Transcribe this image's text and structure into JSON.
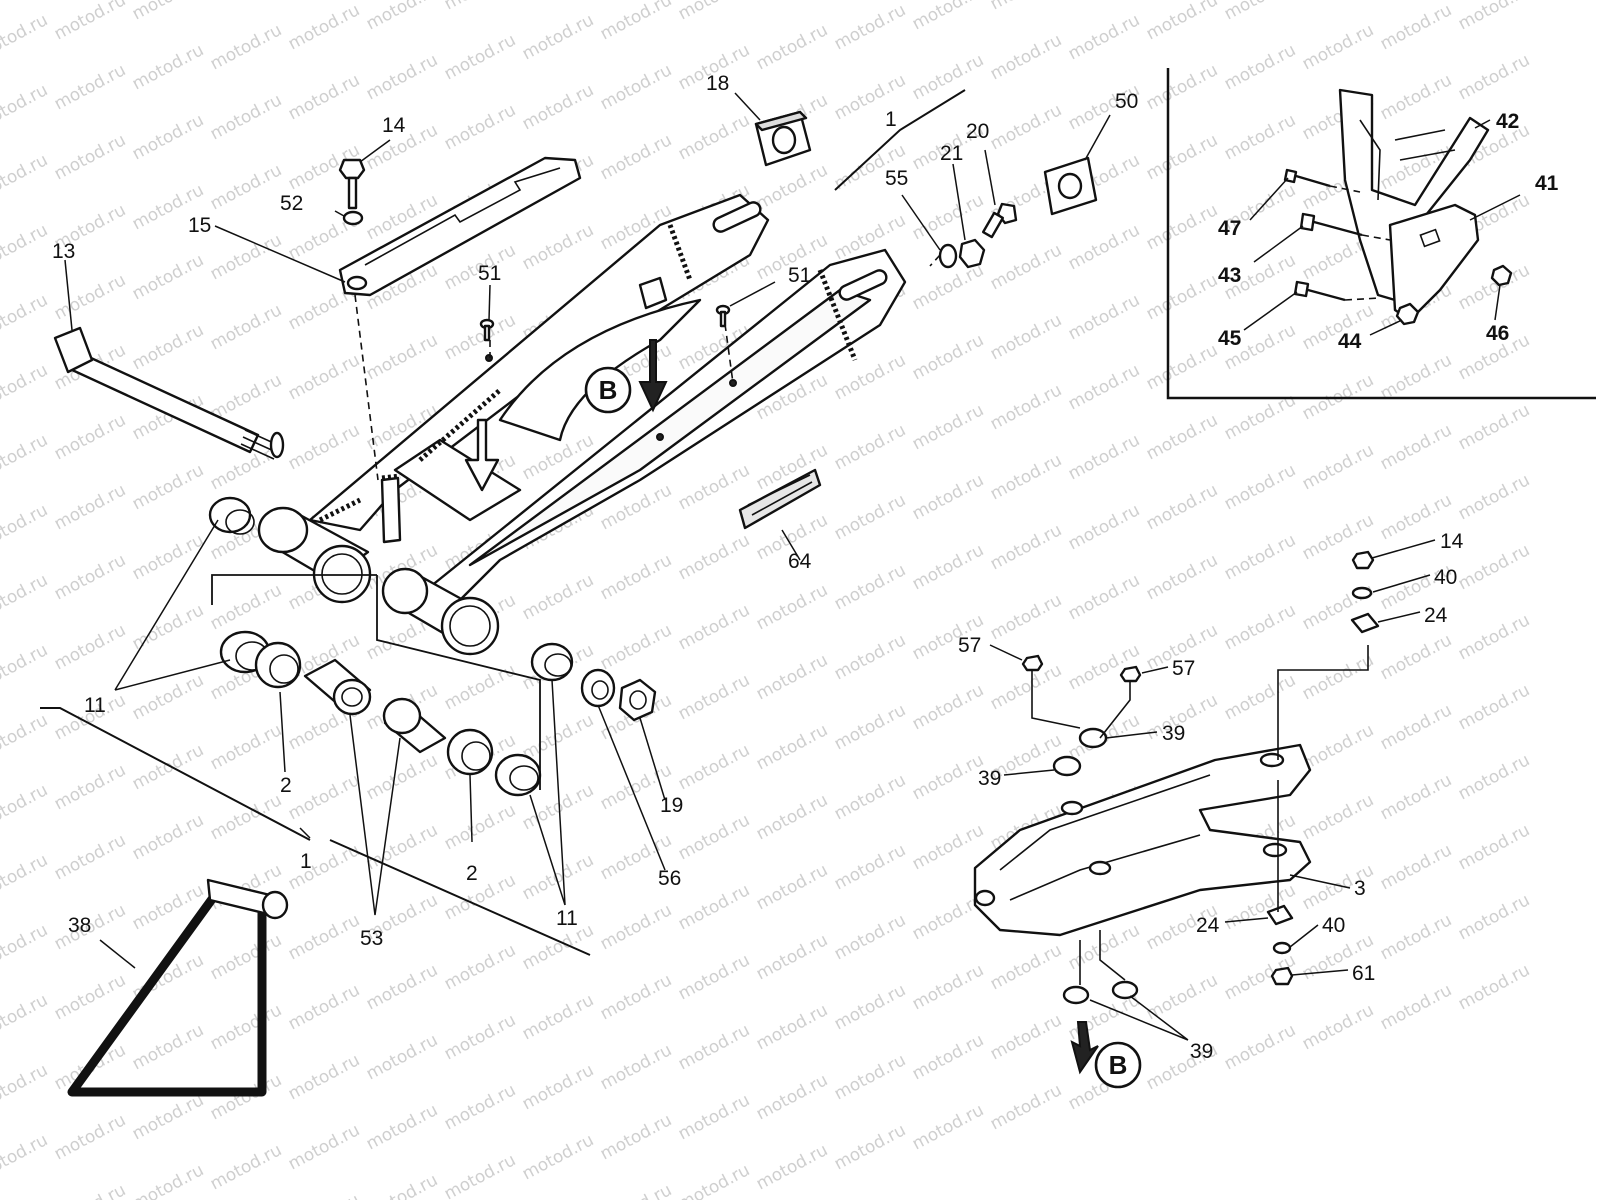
{
  "watermark": {
    "text": "motod.ru"
  },
  "callouts": {
    "p13": "13",
    "p14": "14",
    "p52": "52",
    "p15": "15",
    "p51a": "51",
    "p51b": "51",
    "p18": "18",
    "p1a": "1",
    "p55": "55",
    "p21": "21",
    "p20": "20",
    "p50": "50",
    "p64": "64",
    "p11a": "11",
    "p2a": "2",
    "p53": "53",
    "p2b": "2",
    "p11b": "11",
    "p56": "56",
    "p19": "19",
    "p1b": "1",
    "p38": "38",
    "p42": "42",
    "p41": "41",
    "p47": "47",
    "p43": "43",
    "p45": "45",
    "p44": "44",
    "p46": "46",
    "p14b": "14",
    "p40a": "40",
    "p24a": "24",
    "p57a": "57",
    "p57b": "57",
    "p39a": "39",
    "p39b": "39",
    "p3": "3",
    "p24b": "24",
    "p40b": "40",
    "p61": "61",
    "p39c": "39"
  },
  "badges": {
    "b_main": "B",
    "b_guard": "B"
  }
}
